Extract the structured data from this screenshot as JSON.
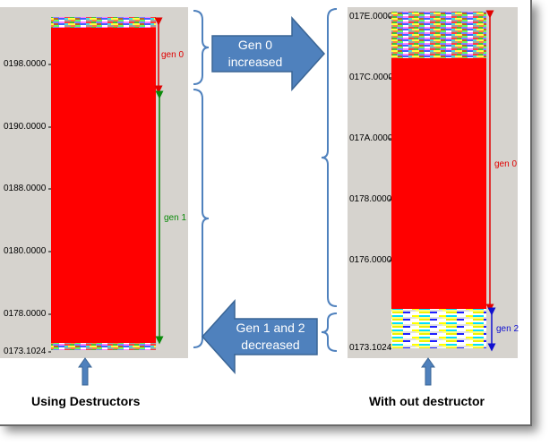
{
  "left_panel": {
    "addresses": [
      "0198.0000",
      "0190.0000",
      "0188.0000",
      "0180.0000",
      "0178.0000",
      "0173.1024"
    ],
    "gen_labels": {
      "gen0": "gen 0",
      "gen1": "gen 1"
    },
    "caption": "Using Destructors"
  },
  "right_panel": {
    "addresses": [
      "017E.0000",
      "017C.0000",
      "017A.0000",
      "0178.0000",
      "0176.0000",
      "0173.1024"
    ],
    "gen_labels": {
      "gen0": "gen 0",
      "gen2": "gen 2"
    },
    "caption": "With out destructor"
  },
  "arrows": {
    "top": {
      "line1": "Gen 0",
      "line2": "increased"
    },
    "bottom": {
      "line1": "Gen 1 and 2",
      "line2": "decreased"
    }
  },
  "colors": {
    "heap_fill": "#ff0000",
    "gen0_marker": "#e00000",
    "gen1_marker": "#0a8a0a",
    "gen2_marker": "#1010d0",
    "arrow_fill": "#4f81bd",
    "bracket": "#4f81bd",
    "panel_bg": "#d6d3ce"
  }
}
